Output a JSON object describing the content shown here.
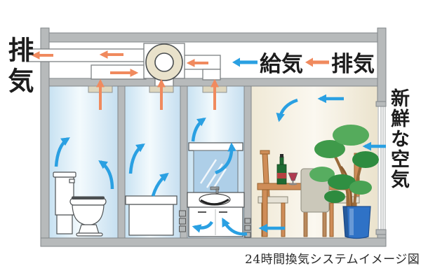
{
  "labels": {
    "exhaust_left": "排気",
    "fresh_air_right": "新鮮な空気",
    "caption": "24時間換気システムイメージ図"
  },
  "legend": {
    "supply": {
      "label": "給気"
    },
    "exhaust": {
      "label": "排気"
    }
  },
  "colors": {
    "supply": "#2aa0e2",
    "exhaust": "#f08a5e",
    "wall": "#b7babb",
    "wall-line": "#82868a",
    "duct-line": "#7d8183",
    "vent": "#ded7be",
    "fan-ring": "#e9e2cb",
    "wet-room-tint": "#cbe4f3",
    "living-room-tint": "#f2ecdc",
    "wood": "#cf8d58",
    "plant-pot": "#2f72c6",
    "text": "#1c1c1c"
  },
  "scene": {
    "type": "24-hour-ventilation-system-cross-section",
    "rooms": [
      "toilet",
      "bathroom",
      "washroom",
      "dining-room"
    ],
    "fixtures": [
      "toilet",
      "bathtub",
      "washbasin-with-mirror",
      "dining-table",
      "chairs",
      "wine-bottle",
      "wine-glass",
      "potted-plant",
      "ceiling-fan-unit",
      "ceiling-vents",
      "door-grilles",
      "window"
    ]
  }
}
